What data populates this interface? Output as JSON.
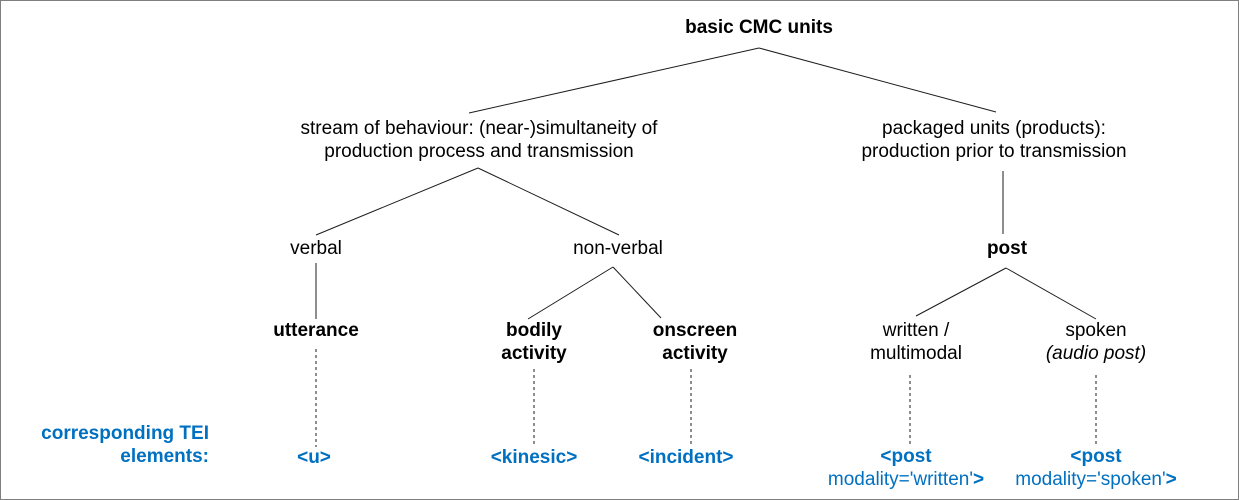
{
  "diagram": {
    "root": "basic CMC units",
    "stream": {
      "line1": "stream of behaviour: (near-)simultaneity of",
      "line2": "production process and transmission"
    },
    "packaged": {
      "line1": "packaged units (products):",
      "line2": "production prior to transmission"
    },
    "verbal": "verbal",
    "non_verbal": "non-verbal",
    "post": "post",
    "utterance": "utterance",
    "bodily": {
      "line1": "bodily",
      "line2": "activity"
    },
    "onscreen": {
      "line1": "onscreen",
      "line2": "activity"
    },
    "written": {
      "line1": "written /",
      "line2": "multimodal"
    },
    "spoken": {
      "line1": "spoken",
      "line2": "(audio post)"
    },
    "tei": {
      "caption1": "corresponding TEI",
      "caption2": "elements:",
      "u": "<u>",
      "kinesic": "<kinesic>",
      "incident": "<incident>",
      "post_written": {
        "line1": "<post",
        "attr": "modality='written'",
        "close": ">"
      },
      "post_spoken": {
        "line1": "<post",
        "attr": "modality='spoken'",
        "close": ">"
      }
    }
  },
  "colors": {
    "tei_blue": "#0070C0",
    "text": "#000000",
    "connector": "#1c1c1c",
    "frame_border": "#7f7f7f"
  }
}
